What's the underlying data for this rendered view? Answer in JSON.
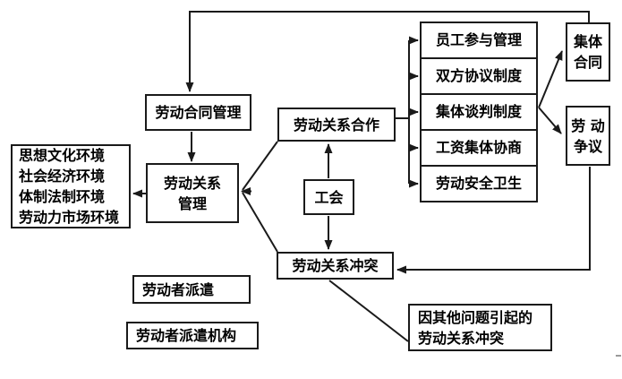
{
  "nodes": {
    "contract_management": "劳动合同管理",
    "environment": {
      "lines": [
        "思想文化环境",
        "社会经济环境",
        "体制法制环境",
        "劳动力市场环境"
      ]
    },
    "management": {
      "line1": "劳动关系",
      "line2": "管理"
    },
    "cooperation": "劳动关系合作",
    "union": "工会",
    "conflict": "劳动关系冲突",
    "mechanisms": [
      "员工参与管理",
      "双方协议制度",
      "集体谈判制度",
      "工资集体协商",
      "劳动安全卫生"
    ],
    "collective_contract": {
      "line1": "集体",
      "line2": "合同"
    },
    "labor_dispute": {
      "line1": "劳 动",
      "line2": "争议"
    },
    "worker_dispatch": "劳动者派遣",
    "worker_dispatch_agency": "劳动者派遣机构",
    "other_conflict": {
      "line1": "因其他问题引起的",
      "line2": "劳动关系冲突"
    }
  },
  "colors": {
    "line": "#1a1a1a",
    "box_border": "#1a1a1a",
    "background": "#ffffff",
    "text": "#000000"
  }
}
